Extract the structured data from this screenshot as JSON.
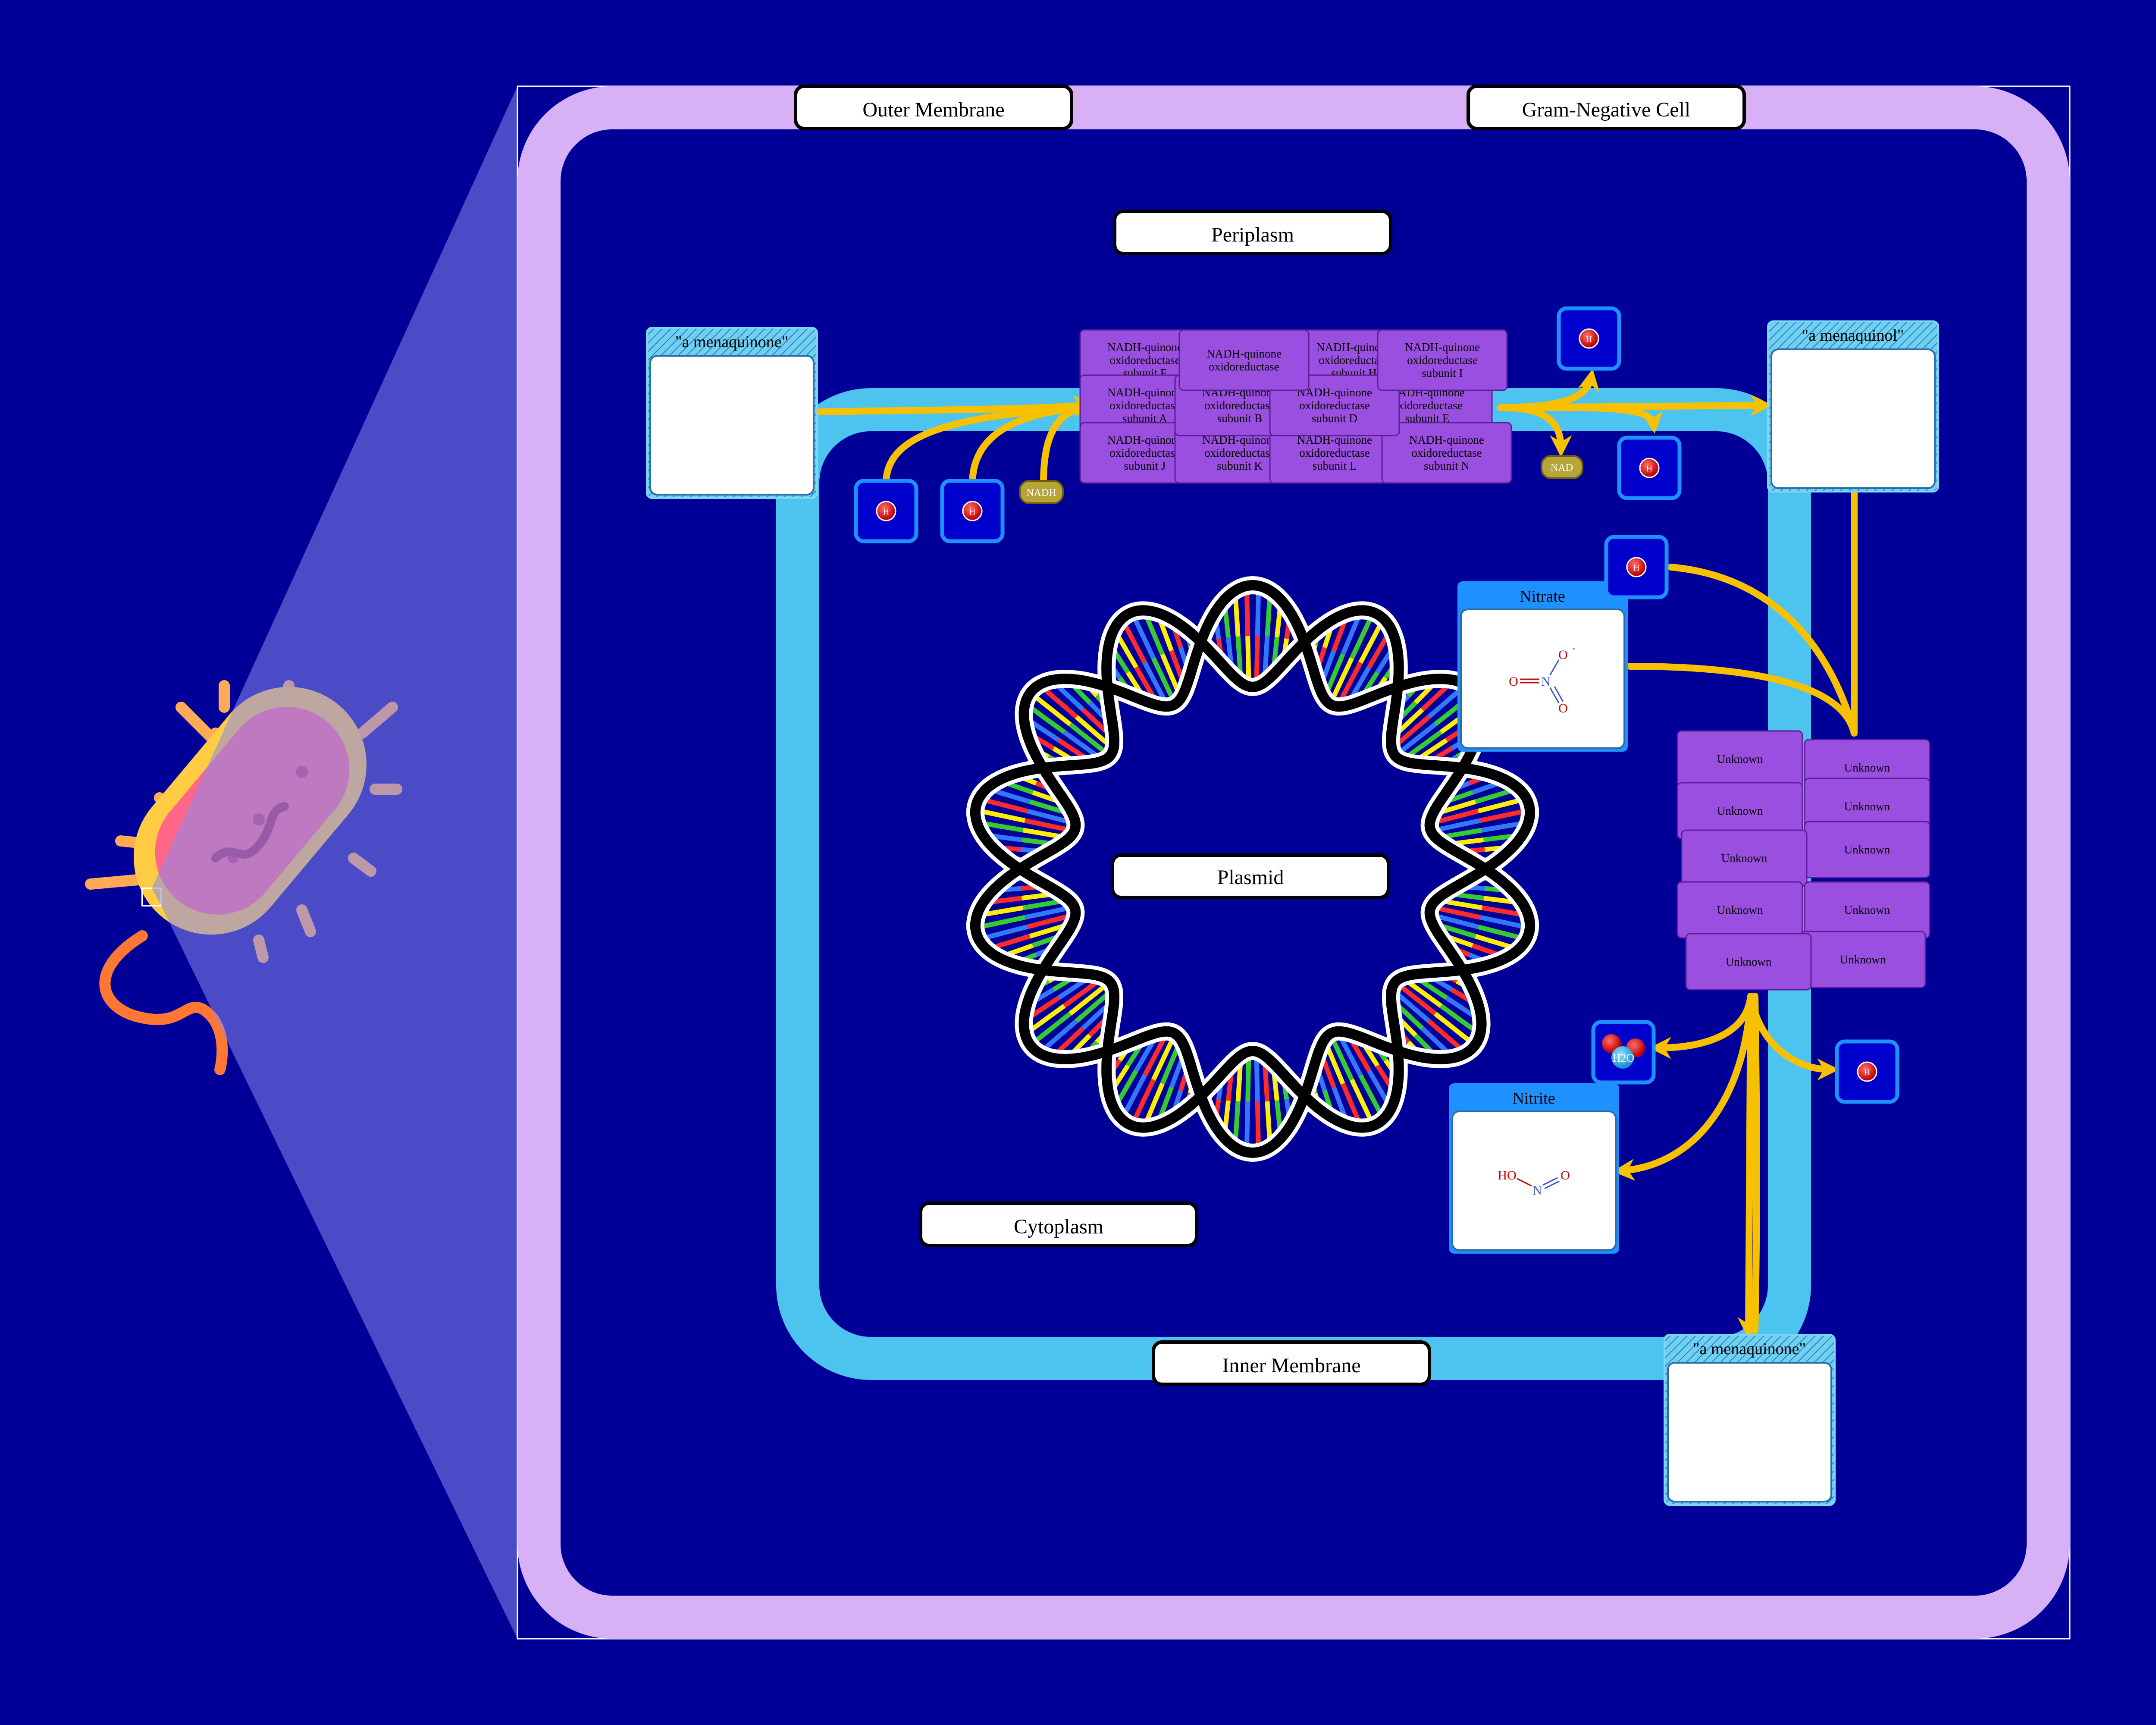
{
  "labels": {
    "outer_membrane": "Outer Membrane",
    "gram_negative_cell": "Gram-Negative Cell",
    "periplasm": "Periplasm",
    "plasmid": "Plasmid",
    "cytoplasm": "Cytoplasm",
    "inner_membrane": "Inner Membrane"
  },
  "metabolites": {
    "menaquinone_left": "\"a menaquinone\"",
    "menaquinol": "\"a menaquinol\"",
    "menaquinone_bottom": "\"a menaquinone\"",
    "nitrate": "Nitrate",
    "nitrite": "Nitrite",
    "nadh": "NADH",
    "nad": "NAD",
    "h_ion": "H",
    "h2o": "H2O"
  },
  "nuo_complex": [
    [
      "NADH-quinone",
      "oxidoreductase",
      "subunit F"
    ],
    [
      "NADH-quinone",
      "oxidoreductase",
      "subunit H"
    ],
    [
      "NADH-quinone",
      "oxidoreductase",
      "subunit A"
    ],
    [
      "NADH-quinone",
      "oxidoreductase",
      "subunit E"
    ],
    [
      "NADH-quinone",
      "oxidoreductase",
      "subunit J"
    ],
    [
      "NADH-quinone",
      "oxidoreductase",
      "subunit K"
    ],
    [
      "NADH-quinone",
      "oxidoreductase",
      "subunit L"
    ],
    [
      "NADH-quinone",
      "oxidoreductase",
      "subunit N"
    ],
    [
      "NADH-quinone",
      "oxidoreductase",
      "subunit B"
    ],
    [
      "NADH-quinone",
      "oxidoreductase",
      "subunit D"
    ],
    [
      "NADH-quinone",
      "oxidoreductase",
      ""
    ],
    [
      "NADH-quinone",
      "oxidoreductase",
      "subunit I"
    ]
  ],
  "nar_complex": [
    "Unknown",
    "Unknown",
    "Unknown",
    "Unknown",
    "Unknown",
    "Unknown",
    "Unknown",
    "Unknown",
    "Unknown",
    "Unknown"
  ],
  "structures": {
    "nitrate_atoms": [
      "O",
      "N",
      "O",
      "O"
    ],
    "nitrate_charge": "-",
    "nitrite_atoms": [
      "HO",
      "N",
      "O"
    ]
  },
  "colors": {
    "background": "#000099",
    "outer_membrane": "#d8b0f5",
    "inner_membrane": "#4dc3f0",
    "arrow": "#f8c100",
    "protein": "#9b4fe0",
    "metabolite_header": "#1e90ff"
  }
}
